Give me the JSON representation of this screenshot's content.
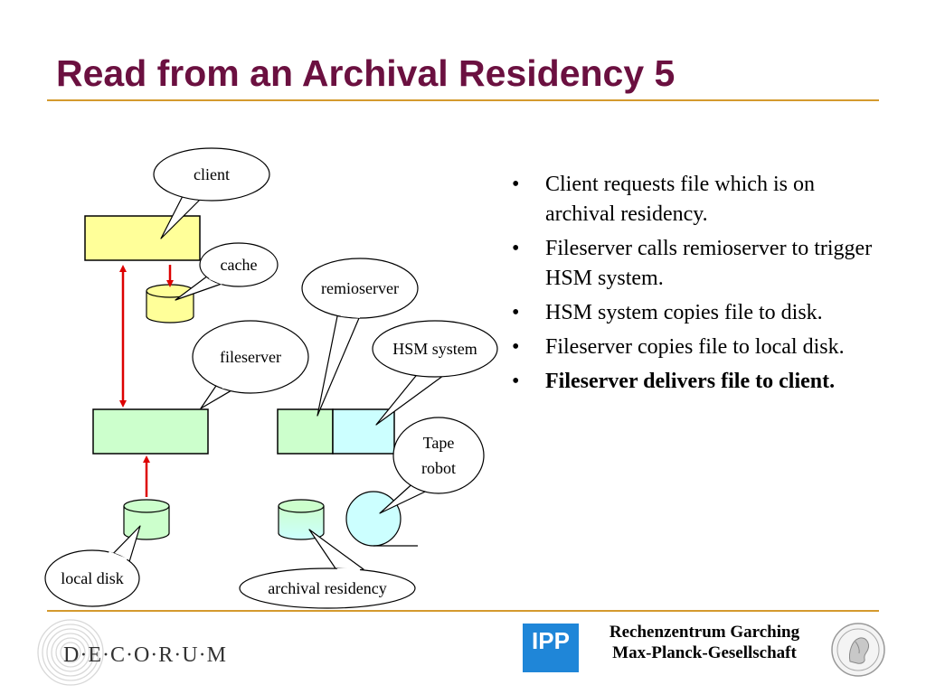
{
  "slide": {
    "title": "Read from an Archival Residency 5"
  },
  "diagram": {
    "callouts": {
      "client": "client",
      "cache": "cache",
      "remioserver": "remioserver",
      "fileserver": "fileserver",
      "hsm_system": "HSM system",
      "tape_robot_line1": "Tape",
      "tape_robot_line2": "robot",
      "local_disk": "local disk",
      "archival_residency": "archival residency"
    },
    "colors": {
      "client_box": "#ffff99",
      "server_box": "#ccffcc",
      "hsm_box": "#ccffff",
      "arrow": "#dd0000"
    }
  },
  "bullets": [
    {
      "text": "Client requests file which is on archival residency.",
      "bold": false
    },
    {
      "text": "Fileserver calls remioserver to trigger HSM system.",
      "bold": false
    },
    {
      "text": "HSM system copies file to disk.",
      "bold": false
    },
    {
      "text": "Fileserver copies file to local disk.",
      "bold": false
    },
    {
      "text": "Fileserver delivers file to client.",
      "bold": true
    }
  ],
  "bullet_symbol": "•",
  "footer": {
    "decorum": "D·E·C·O·R·U·M",
    "ipp_logo_text": "IPP",
    "institution_line1": "Rechenzentrum Garching",
    "institution_line2": "Max-Planck-Gesellschaft"
  },
  "theme": {
    "title_color": "#6b1040",
    "rule_color": "#d49a2e"
  }
}
